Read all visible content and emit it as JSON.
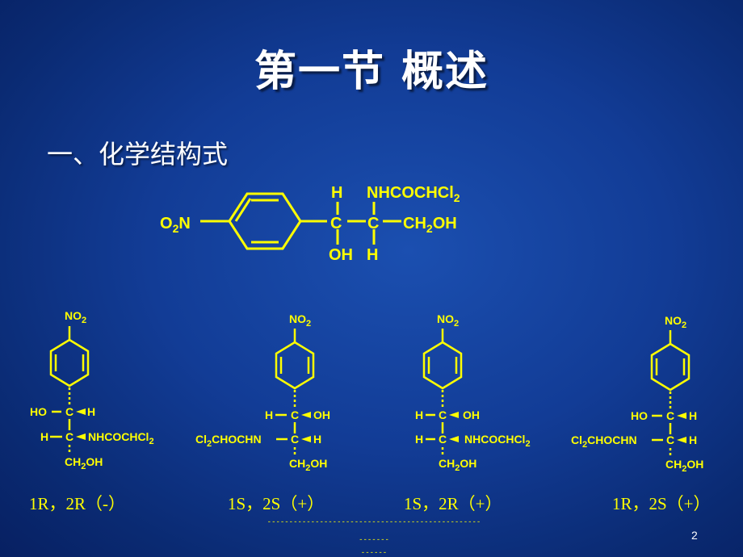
{
  "slide": {
    "title": "第一节 概述",
    "subtitle": "一、化学结构式",
    "page_number": "2",
    "footer_line1": "--------------------------------------------------------",
    "footer_line2": "------"
  },
  "main_structure": {
    "O2N": "O2N",
    "top_H": "H",
    "top_sub": "NHCOCHCl2",
    "C1": "C",
    "C2": "C",
    "right": "CH2OH",
    "bottom_OH": "OH",
    "bottom_H": "H"
  },
  "isomers": [
    {
      "label": "1R，2R（-）",
      "top": "NO2",
      "r1_left": "HO",
      "r1_right": "H",
      "r2_left": "H",
      "r2_right": "NHCOCHCl2",
      "bottom": "CH2OH"
    },
    {
      "label": "1S，2S（+）",
      "top": "NO2",
      "r1_left": "H",
      "r1_right": "OH",
      "r2_left": "Cl2CHOCHN",
      "r2_right": "H",
      "bottom": "CH2OH"
    },
    {
      "label": "1S，2R（+）",
      "top": "NO2",
      "r1_left": "H",
      "r1_right": "OH",
      "r2_left": "H",
      "r2_right": "NHCOCHCl2",
      "bottom": "CH2OH"
    },
    {
      "label": "1R，2S（+）",
      "top": "NO2",
      "r1_left": "HO",
      "r1_right": "H",
      "r2_left": "Cl2CHOCHN",
      "r2_right": "H",
      "bottom": "CH2OH"
    }
  ],
  "colors": {
    "background": "#123c96",
    "structure": "#ffff00",
    "title": "#ffffff"
  }
}
